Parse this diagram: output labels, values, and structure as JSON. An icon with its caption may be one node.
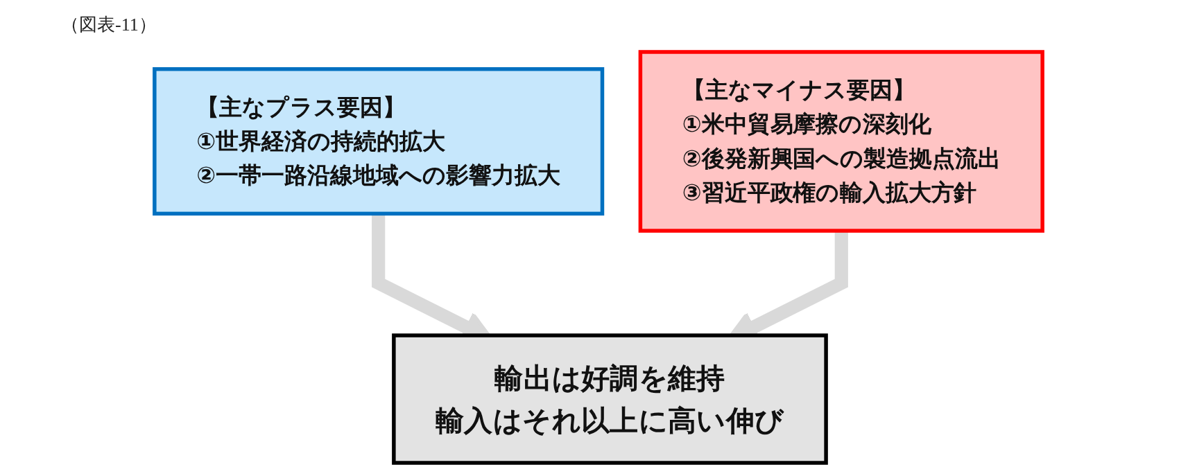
{
  "diagram": {
    "title": "（図表-11）",
    "nodes": [
      {
        "text": [
          "【主なプラス要因】",
          "①世界経済の持続的拡大",
          "②一帯一路沿線地域への影響力拡大"
        ]
      },
      {
        "text": [
          "【主なマイナス要因】",
          "①米中貿易摩擦の深刻化",
          "②後発新興国への製造拠点流出",
          "③習近平政権の輸入拡大方針"
        ]
      },
      {
        "text": [
          "輸出は好調を維持",
          "輸入はそれ以上に高い伸び"
        ]
      }
    ],
    "edges": [
      {
        "from": 0,
        "to": 2,
        "arrow": "to"
      },
      {
        "from": 1,
        "to": 2,
        "arrow": "to"
      }
    ]
  }
}
